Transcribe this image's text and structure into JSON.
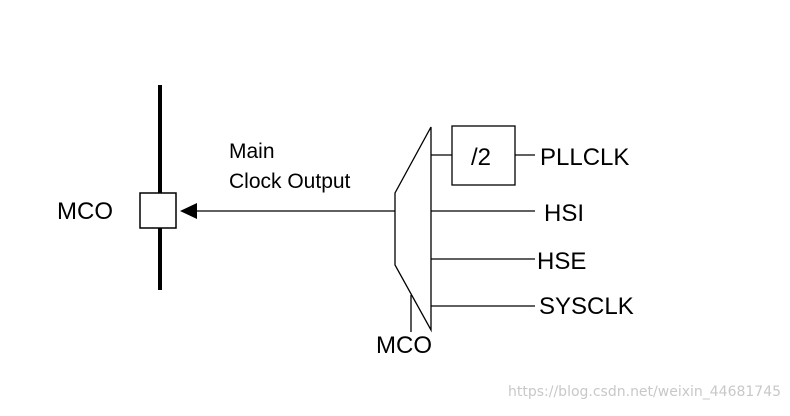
{
  "diagram": {
    "pin_label": "MCO",
    "output_label_line1": "Main",
    "output_label_line2": "Clock Output",
    "divider_label": "/2",
    "inputs": [
      "PLLCLK",
      "HSI",
      "HSE",
      "SYSCLK"
    ],
    "mux_select_label": "MCO"
  },
  "watermark": "https://blog.csdn.net/weixin_44681745"
}
